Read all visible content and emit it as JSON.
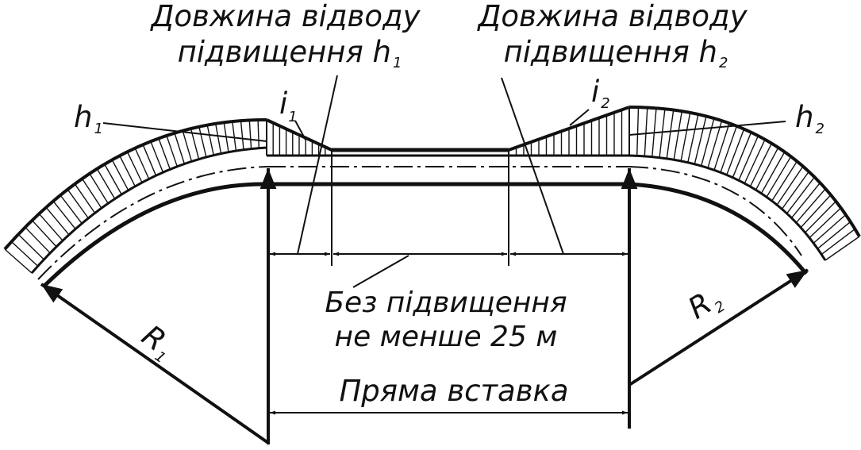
{
  "labels": {
    "left_length_line1": "Довжина відводу",
    "left_length_line2": "підвищення h",
    "left_length_sub": "1",
    "right_length_line1": "Довжина відводу",
    "right_length_line2": "підвищення h",
    "right_length_sub": "2",
    "h1_base": "h",
    "h1_sub": "1",
    "h2_base": "h",
    "h2_sub": "2",
    "i1_base": "i",
    "i1_sub": "1",
    "i2_base": "i",
    "i2_sub": "2",
    "no_cant_line1": "Без підвищення",
    "no_cant_line2": "не менше 25 м",
    "straight_insert": "Пряма вставка",
    "r1_base": "R",
    "r1_sub": "1",
    "r2_base": "R",
    "r2_sub": "2"
  },
  "colors": {
    "ink": "#111111",
    "background": "#ffffff"
  }
}
